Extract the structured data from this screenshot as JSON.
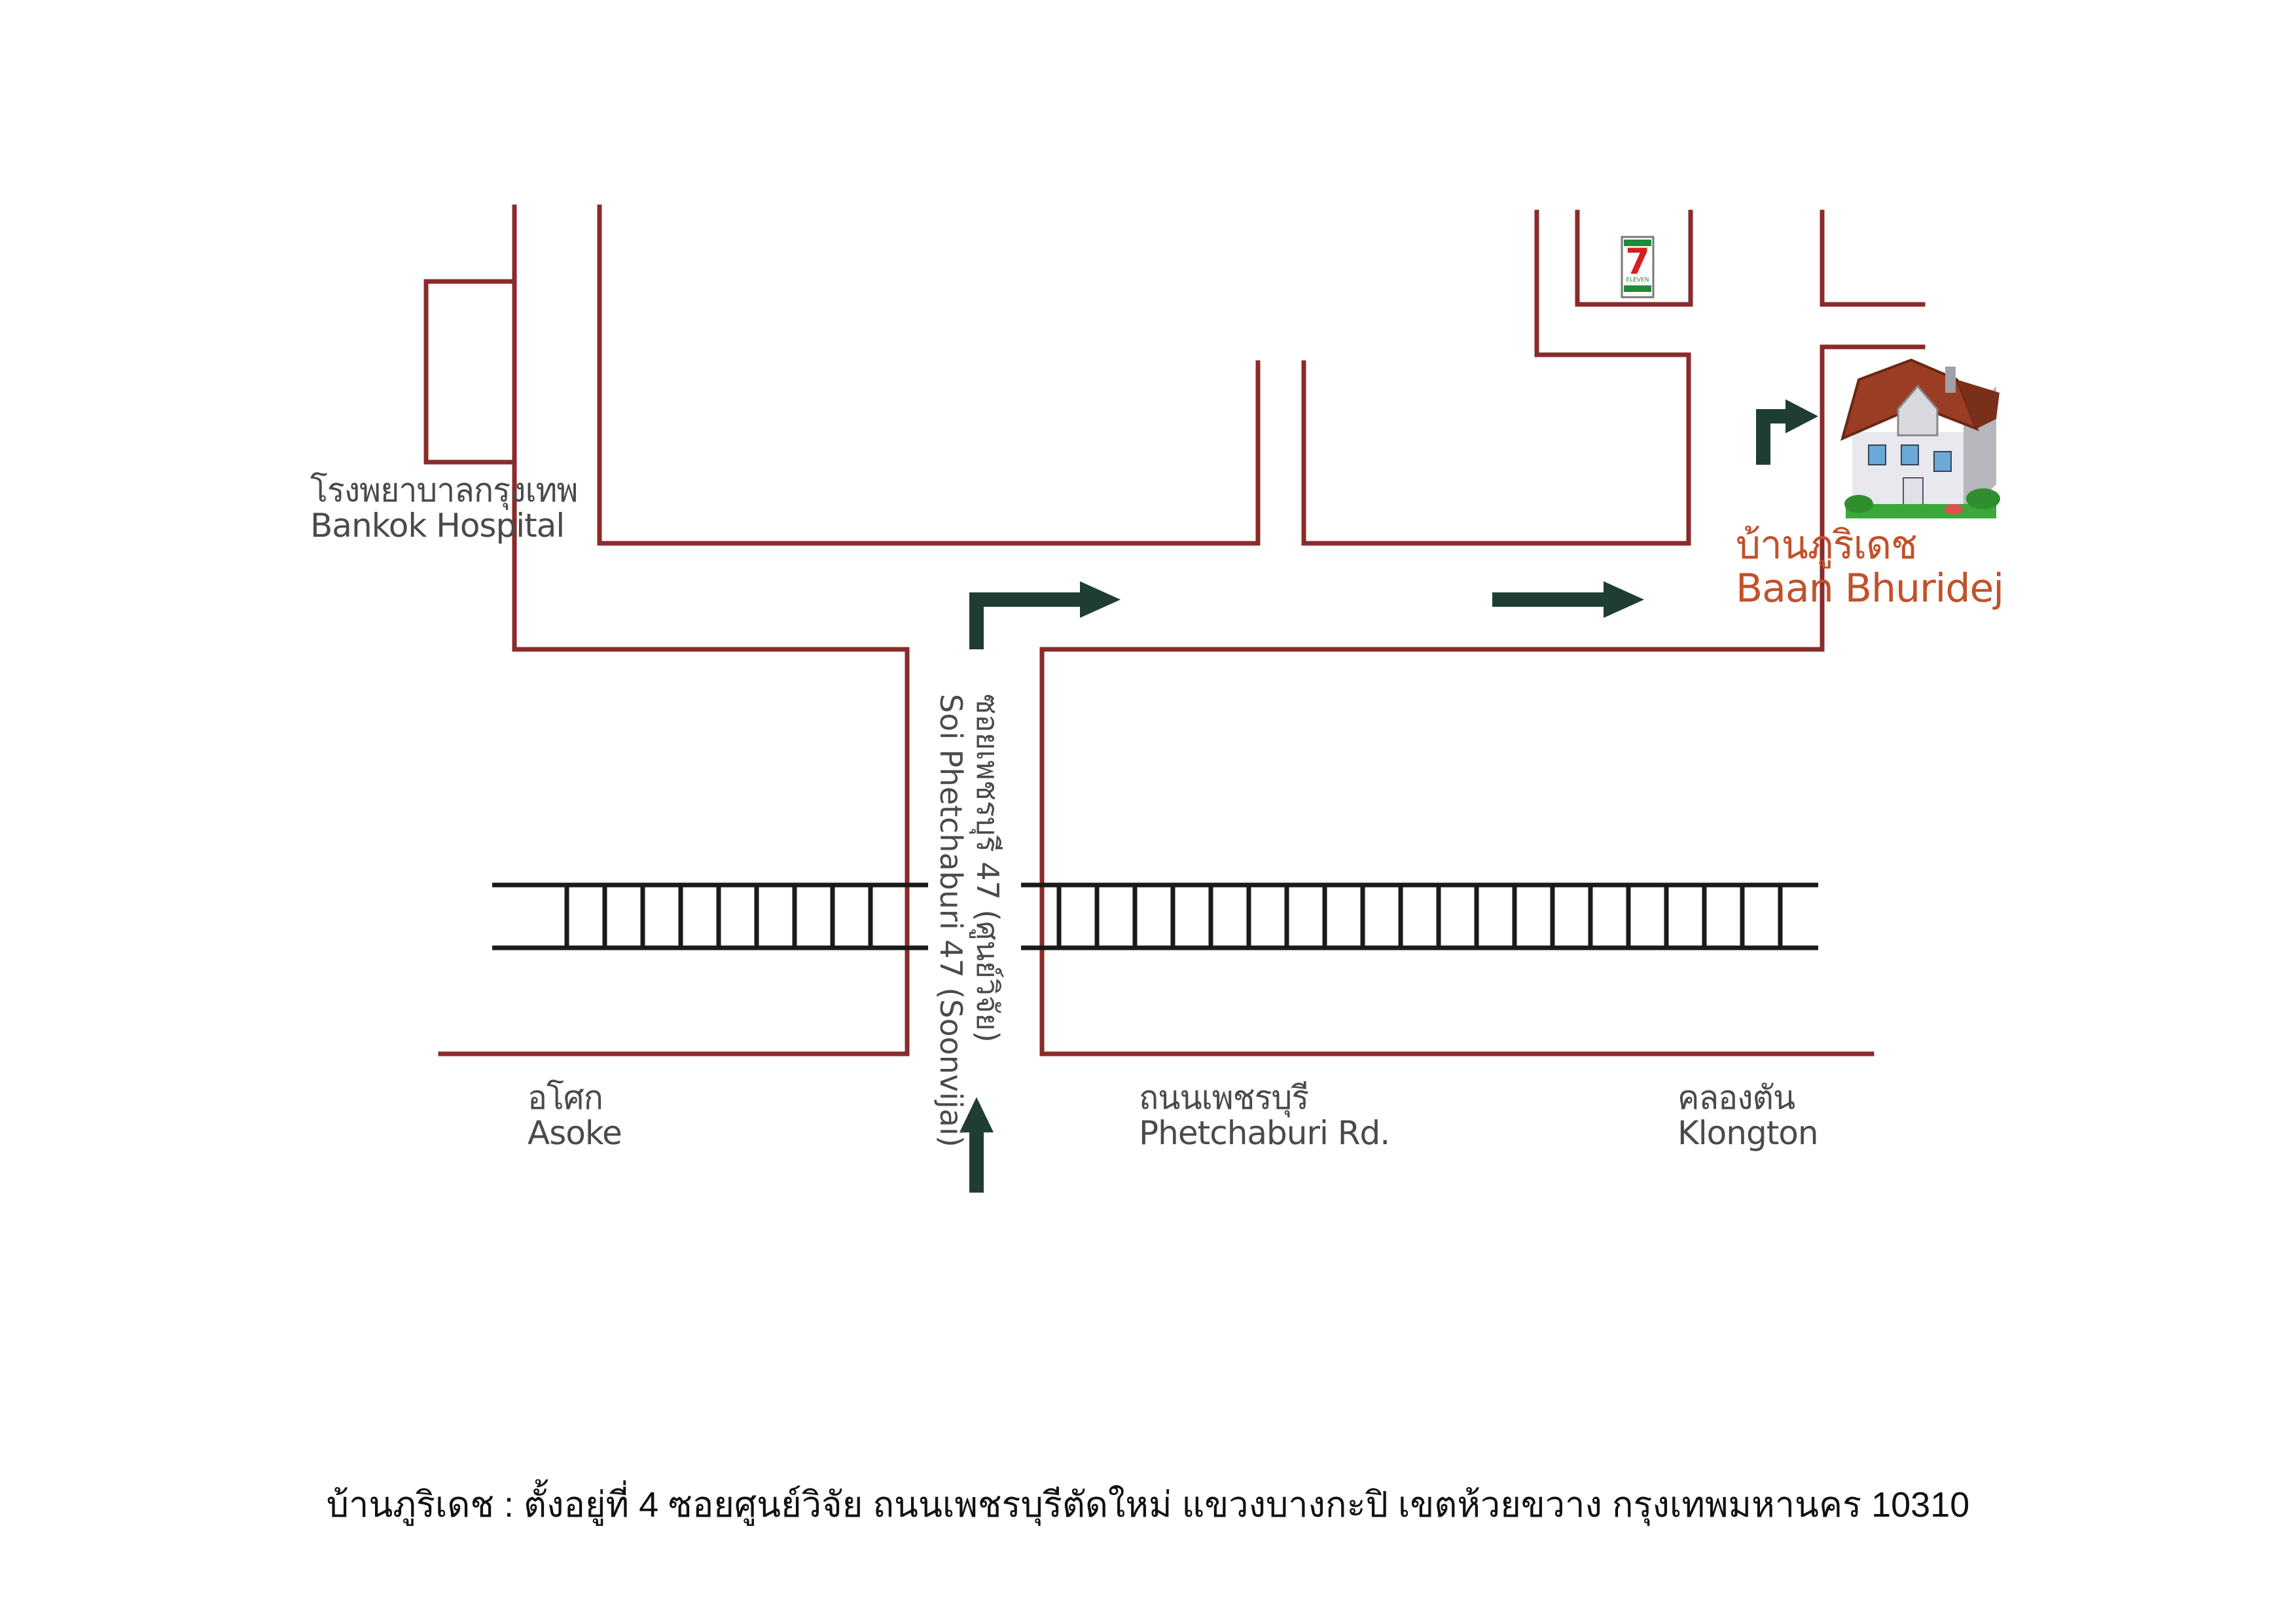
{
  "colors": {
    "road": "#8b2a2a",
    "rail": "#1a1a1a",
    "arrow": "#1f3d33",
    "text": "#4a4a4a",
    "brand": "#c0522a",
    "store_green": "#1f8a3a",
    "store_red": "#d42020"
  },
  "landmarks": {
    "hospital": {
      "th": "โรงพยาบาลกรุงเทพ",
      "en": "Bankok Hospital"
    },
    "asoke": {
      "th": "อโศก",
      "en": "Asoke"
    },
    "phetchaburi": {
      "th": "ถนนเพชรบุรี",
      "en": "Phetchaburi Rd."
    },
    "klongton": {
      "th": "คลองตัน",
      "en": "Klongton"
    },
    "soi": {
      "th": "ซอยเพชรบุรี 47 (ศูนย์วิจัย)",
      "en": "Soi Phetchaburi 47 (Soonvijai)"
    },
    "destination": {
      "th": "บ้านภูริเดช",
      "en": "Baan Bhuridej"
    },
    "store_number": "7",
    "store_text": "ELEVEN"
  },
  "icons": {
    "store": "seven-eleven-icon",
    "house": "house-icon",
    "arrows": "direction-arrow-icon"
  },
  "address": "บ้านภูริเดช : ตั้งอยู่ที่ 4 ซอยศูนย์วิจัย ถนนเพชรบุรีตัดใหม่ แขวงบางกะปิ เขตห้วยขวาง กรุงเทพมหานคร 10310"
}
